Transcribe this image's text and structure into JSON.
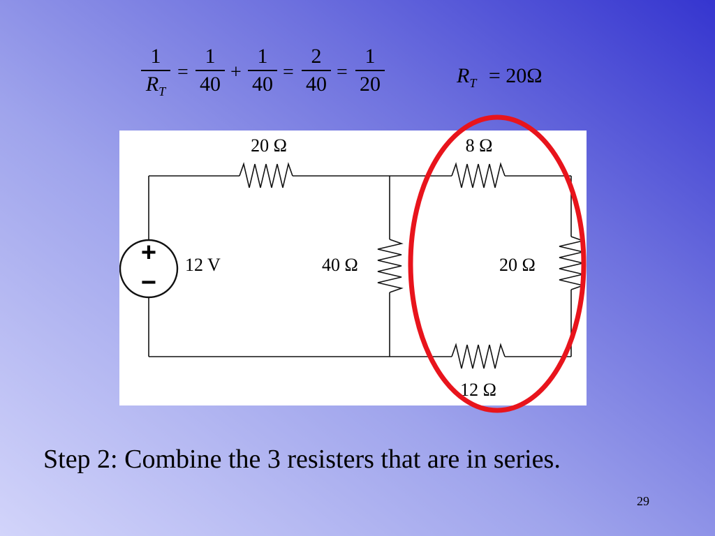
{
  "equation": {
    "fractions": [
      {
        "num": "1",
        "den_main": "R",
        "den_sub": "T"
      },
      {
        "num": "1",
        "den": "40"
      },
      {
        "num": "1",
        "den": "40"
      },
      {
        "num": "2",
        "den": "40"
      },
      {
        "num": "1",
        "den": "20"
      }
    ],
    "operators": [
      "=",
      "+",
      "=",
      "="
    ],
    "result": {
      "lhs_main": "R",
      "lhs_sub": "T",
      "eq": "=",
      "rhs": "20Ω"
    }
  },
  "circuit": {
    "labels": {
      "r_top_left": "20 Ω",
      "r_top_right": "8 Ω",
      "r_middle": "40 Ω",
      "r_right": "20 Ω",
      "r_bottom": "12 Ω",
      "source": "12 V",
      "plus": "+",
      "minus": "−"
    }
  },
  "highlight": {
    "color": "#e8141c"
  },
  "caption": "Step 2: Combine the 3 resisters that are in series.",
  "slide_number": "29"
}
